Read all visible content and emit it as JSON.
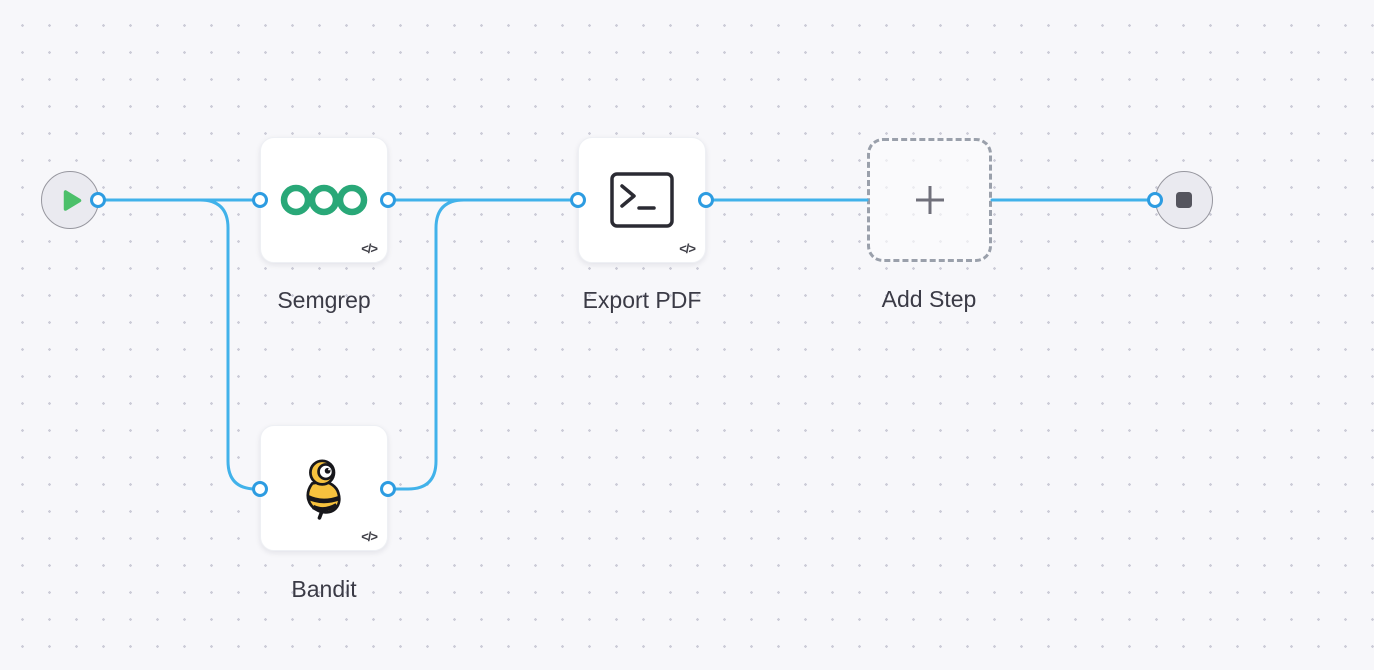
{
  "canvas": {
    "background_color": "#f7f7fa",
    "grid_dot_color": "#cdcdd8"
  },
  "colors": {
    "edge_blue": "#41b2ea",
    "port_ring_blue": "#2d9ce1",
    "play_green": "#4cc06a",
    "stop_gray": "#55555e",
    "semgrep_green": "#29a878",
    "bandit_yellow": "#f6c23e",
    "bandit_outline": "#17171b",
    "terminal_ink": "#2b2b33",
    "plus_gray": "#70707b",
    "label_color": "#3b3b46"
  },
  "nodes": {
    "start": {
      "icon": "play-icon"
    },
    "semgrep": {
      "label": "Semgrep",
      "code_badge": "</>",
      "icon": "semgrep-logo"
    },
    "export_pdf": {
      "label": "Export PDF",
      "code_badge": "</>",
      "icon": "terminal-icon"
    },
    "bandit": {
      "label": "Bandit",
      "code_badge": "</>",
      "icon": "bandit-logo"
    },
    "add_step": {
      "label": "Add Step",
      "icon": "plus-icon"
    },
    "end": {
      "icon": "stop-icon"
    }
  },
  "edges": [
    {
      "from": "start",
      "to": "semgrep"
    },
    {
      "from": "start",
      "to": "bandit"
    },
    {
      "from": "semgrep",
      "to": "export_pdf"
    },
    {
      "from": "bandit",
      "to": "export_pdf"
    },
    {
      "from": "export_pdf",
      "to": "add_step"
    },
    {
      "from": "add_step",
      "to": "end"
    }
  ]
}
